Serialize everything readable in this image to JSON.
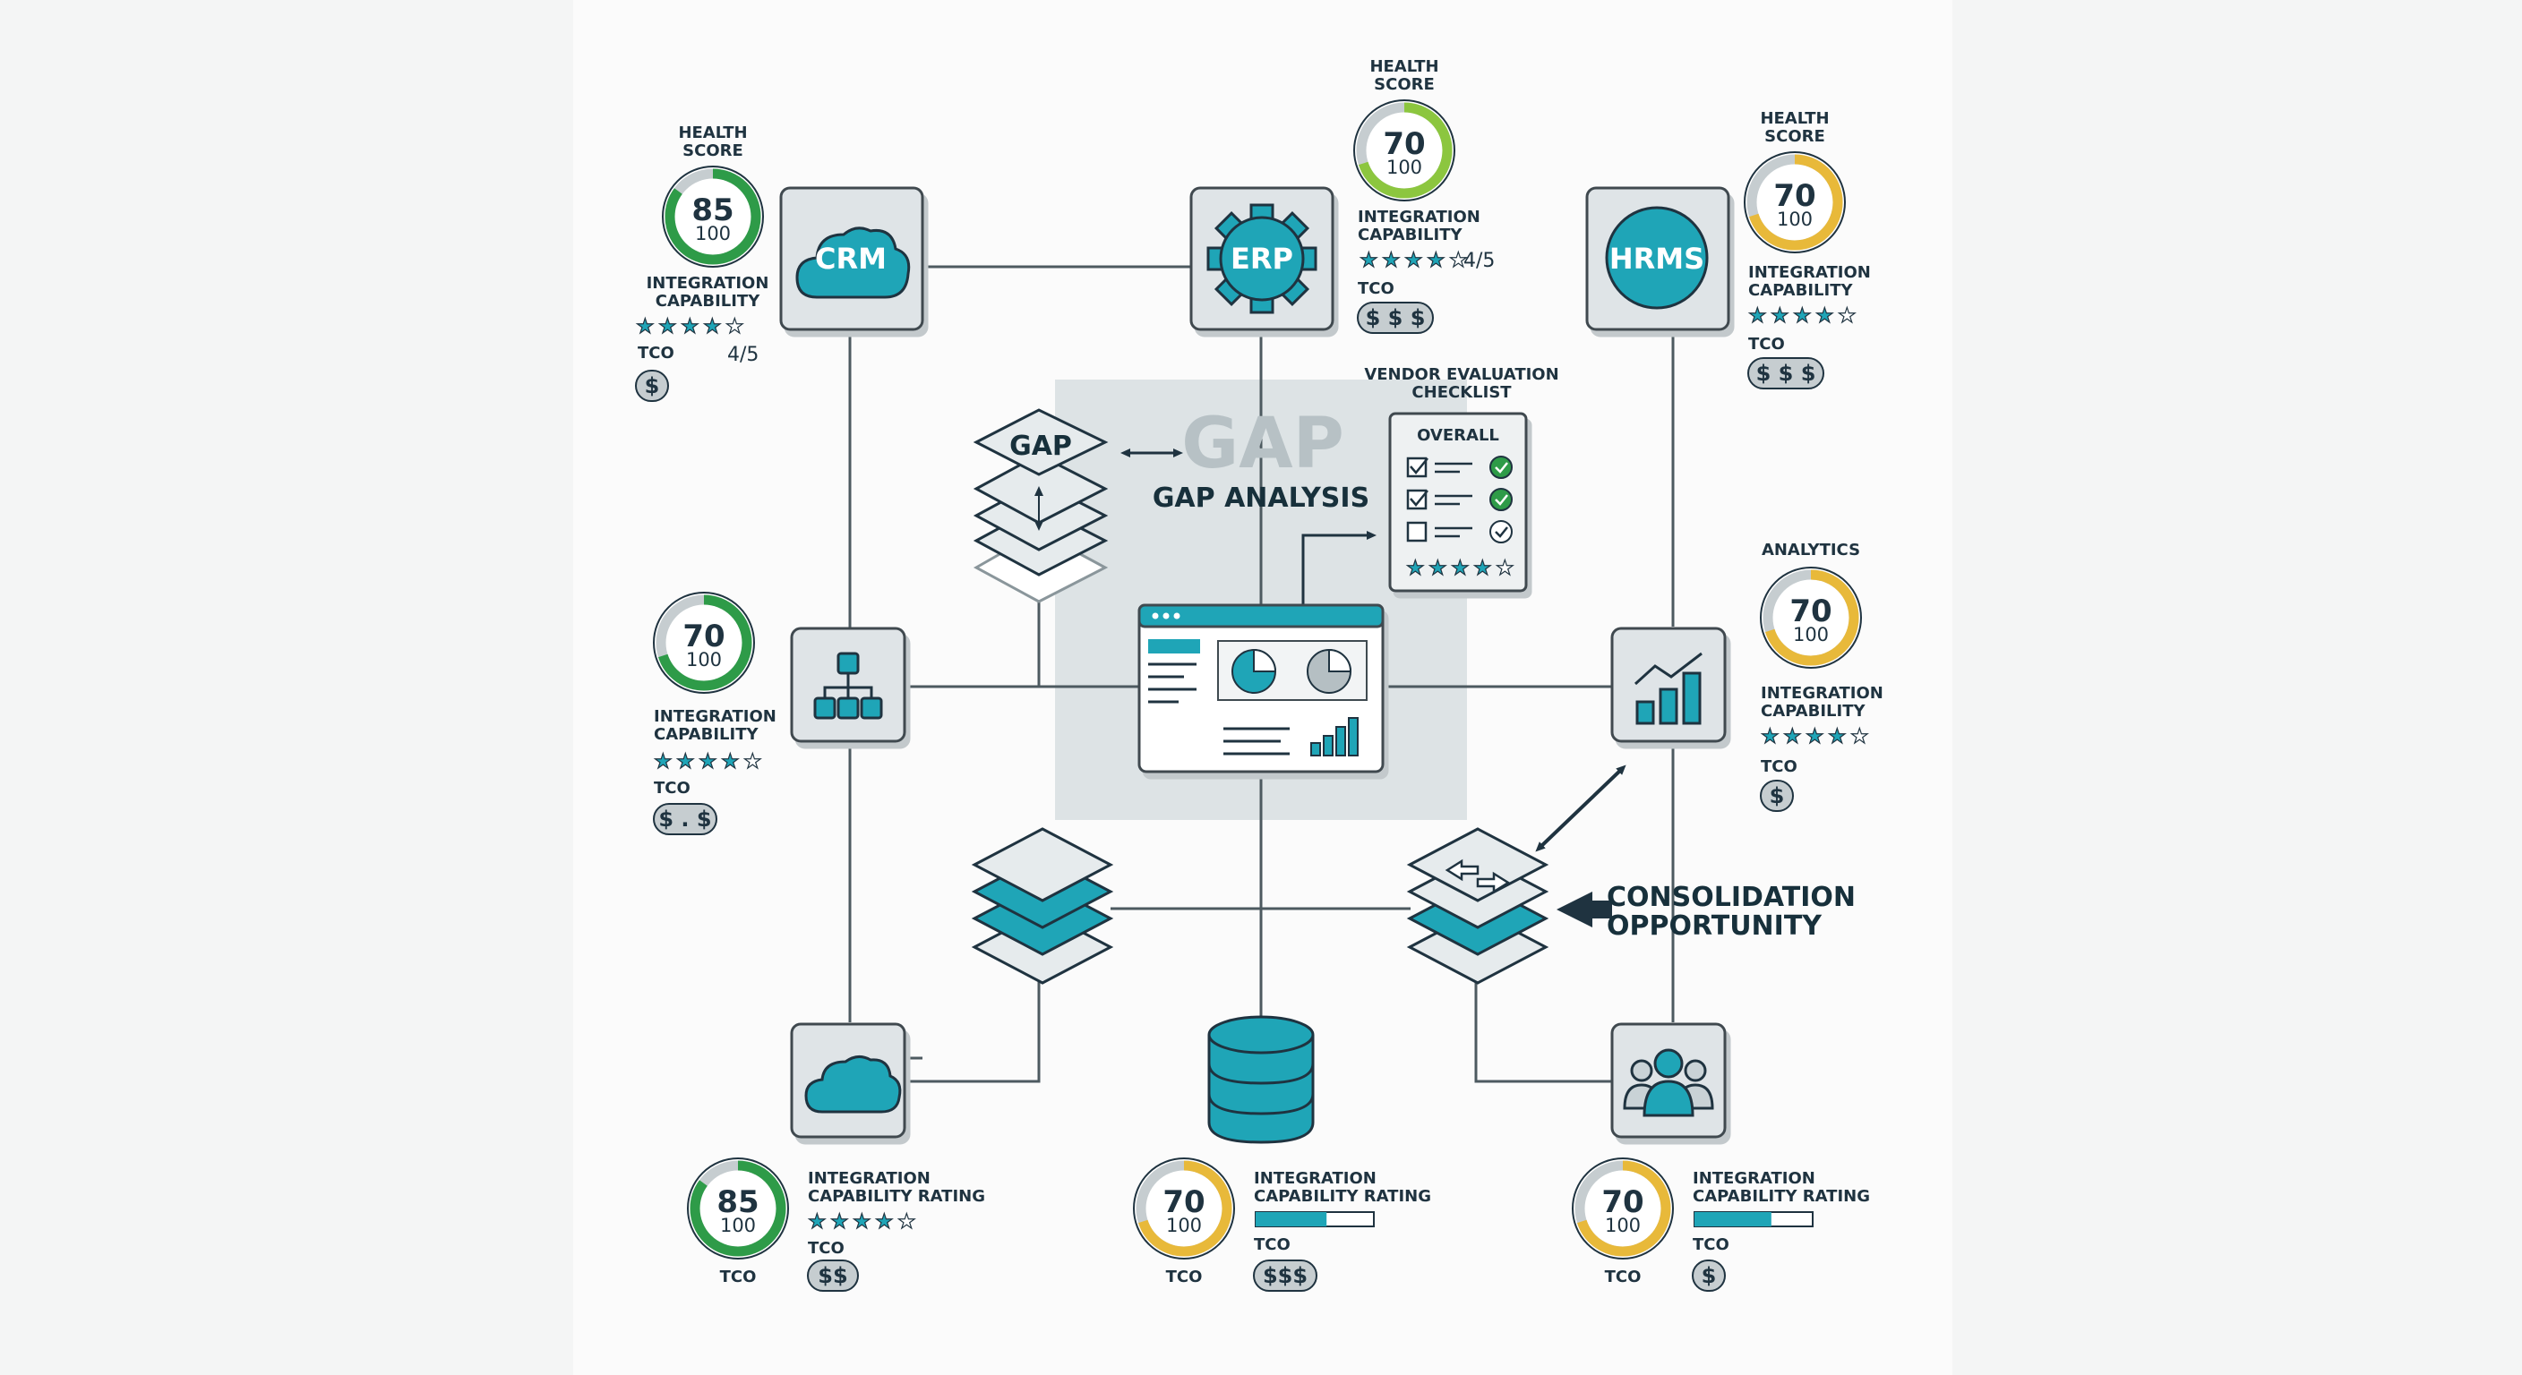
{
  "colors": {
    "teal": "#1fa5b7",
    "dark": "#1f3340",
    "node_fill": "#dfe4e7",
    "green": "#2e9b48",
    "yellow": "#e8b93a",
    "light_green": "#8cc63f"
  },
  "common": {
    "health_score_line1": "HEALTH",
    "health_score_line2": "SCORE",
    "integration_line1": "INTEGRATION",
    "integration_line2": "CAPABILITY",
    "integration_rating_line2": "CAPABILITY RATING",
    "tco": "TCO",
    "score_max": "100"
  },
  "nodes": {
    "crm": {
      "label": "CRM",
      "icon": "cloud-icon",
      "score": "85",
      "ring_color": "#2e9b48",
      "ring_fraction": 0.85,
      "rating_text": "4/5",
      "stars": 4,
      "tco": "$"
    },
    "erp": {
      "label": "ERP",
      "icon": "gear-icon",
      "score": "70",
      "ring_color": "#8cc63f",
      "ring_fraction": 0.7,
      "rating_text": "4/5",
      "stars": 4,
      "tco": "$ $ $"
    },
    "hrms": {
      "label": "HRMS",
      "icon": "circle-icon",
      "score": "70",
      "ring_color": "#e8b93a",
      "ring_fraction": 0.7,
      "stars": 4,
      "tco": "$ $ $"
    },
    "org": {
      "icon": "org-chart-icon",
      "score": "70",
      "ring_color": "#2e9b48",
      "ring_fraction": 0.7,
      "stars": 4,
      "tco": "$ . $"
    },
    "analytics": {
      "title": "ANALYTICS",
      "icon": "bar-chart-trend-icon",
      "score": "70",
      "ring_color": "#e8b93a",
      "ring_fraction": 0.7,
      "stars": 4,
      "tco": "$"
    },
    "cloud2": {
      "icon": "cloud-icon",
      "score": "85",
      "ring_color": "#2e9b48",
      "ring_fraction": 0.85,
      "stars": 4,
      "tco": "$$"
    },
    "database": {
      "icon": "database-icon",
      "score": "70",
      "ring_color": "#e8b93a",
      "ring_fraction": 0.7,
      "rating_fraction": 0.6,
      "tco": "$$$"
    },
    "users": {
      "icon": "users-group-icon",
      "score": "70",
      "ring_color": "#e8b93a",
      "ring_fraction": 0.7,
      "rating_fraction": 0.65,
      "tco": "$"
    }
  },
  "gap": {
    "diamond_label": "GAP",
    "watermark": "GAP",
    "title": "GAP ANALYSIS"
  },
  "checklist": {
    "title_line1": "VENDOR EVALUATION",
    "title_line2": "CHECKLIST",
    "overall": "OVERALL",
    "stars": 4
  },
  "consolidation": {
    "line1": "CONSOLIDATION",
    "line2": "OPPORTUNITY"
  }
}
